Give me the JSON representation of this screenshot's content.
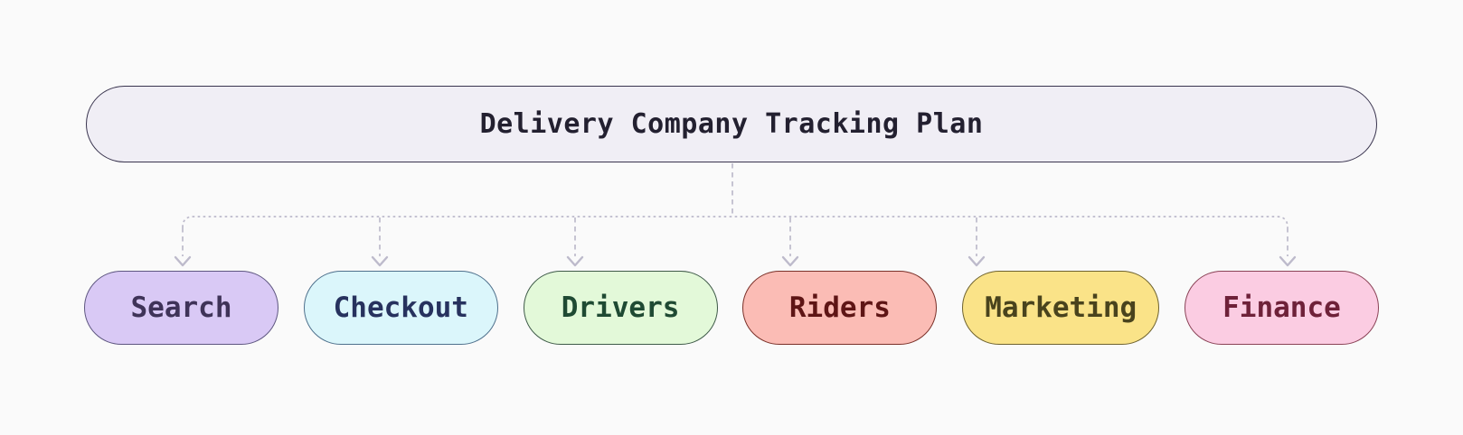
{
  "diagram": {
    "background_color": "#FAFAFA",
    "connector_color": "#BDBACB",
    "root": {
      "label": "Delivery Company Tracking Plan",
      "fill": "#F0EEF5",
      "border": "#39344E",
      "text_color": "#232030"
    },
    "nodes": [
      {
        "id": "search",
        "label": "Search",
        "fill": "#D9C9F5",
        "border": "#5E5680",
        "text_color": "#3F3358"
      },
      {
        "id": "checkout",
        "label": "Checkout",
        "fill": "#DBF6FB",
        "border": "#4E708C",
        "text_color": "#27325E"
      },
      {
        "id": "drivers",
        "label": "Drivers",
        "fill": "#E3F9D9",
        "border": "#3E5A48",
        "text_color": "#1F4A33"
      },
      {
        "id": "riders",
        "label": "Riders",
        "fill": "#FBBCB5",
        "border": "#7A3028",
        "text_color": "#5E1515"
      },
      {
        "id": "marketing",
        "label": "Marketing",
        "fill": "#FAE388",
        "border": "#6E622E",
        "text_color": "#49431D"
      },
      {
        "id": "finance",
        "label": "Finance",
        "fill": "#FBCCE2",
        "border": "#8A4256",
        "text_color": "#6E2139"
      }
    ]
  }
}
